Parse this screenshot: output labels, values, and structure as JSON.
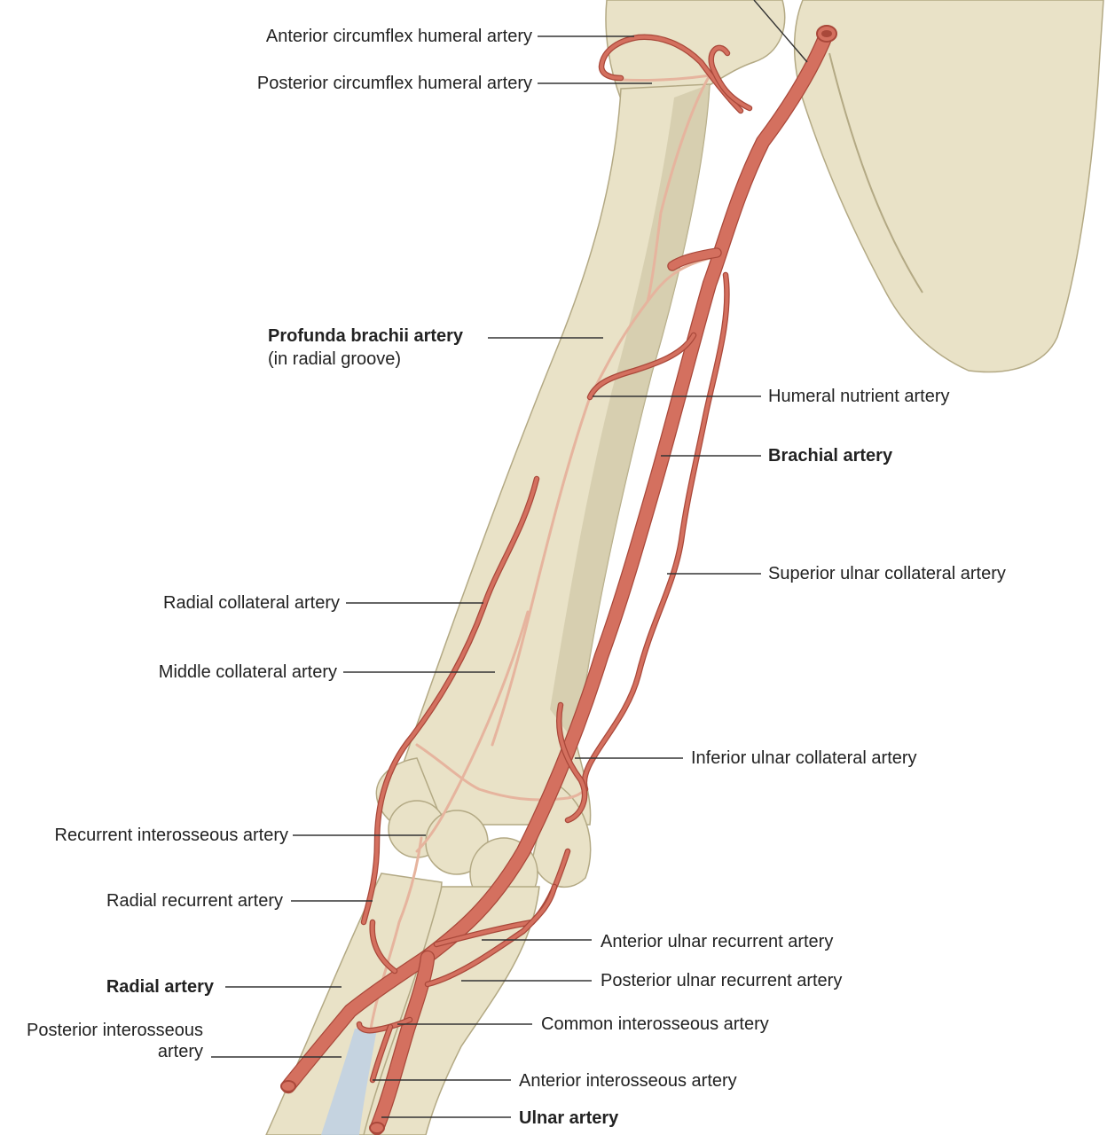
{
  "colors": {
    "bone_fill": "#e9e2c7",
    "bone_shadow": "#cfc7a6",
    "bone_edge": "#b3a984",
    "artery": "#d4705f",
    "artery_dark": "#a9483a",
    "artery_faint": "#e6b49e",
    "leader": "#333333",
    "membrane": "#bcd0e6"
  },
  "labels": {
    "ant_circumflex": "Anterior circumflex humeral artery",
    "post_circumflex": "Posterior circumflex humeral artery",
    "profunda": "Profunda brachii artery",
    "profunda_sub": "(in radial groove)",
    "humeral_nutrient": "Humeral nutrient artery",
    "brachial": "Brachial artery",
    "sup_ulnar_coll": "Superior ulnar collateral artery",
    "radial_coll": "Radial collateral artery",
    "middle_coll": "Middle collateral artery",
    "inf_ulnar_coll": "Inferior ulnar collateral artery",
    "recurrent_inteross": "Recurrent interosseous artery",
    "radial_recurrent": "Radial recurrent artery",
    "ant_ulnar_recurrent": "Anterior ulnar recurrent artery",
    "radial": "Radial artery",
    "post_ulnar_recurrent": "Posterior ulnar recurrent artery",
    "post_inteross_1": "Posterior interosseous",
    "post_inteross_2": "artery",
    "common_inteross": "Common interosseous artery",
    "ant_inteross": "Anterior interosseous artery",
    "ulnar": "Ulnar artery"
  }
}
